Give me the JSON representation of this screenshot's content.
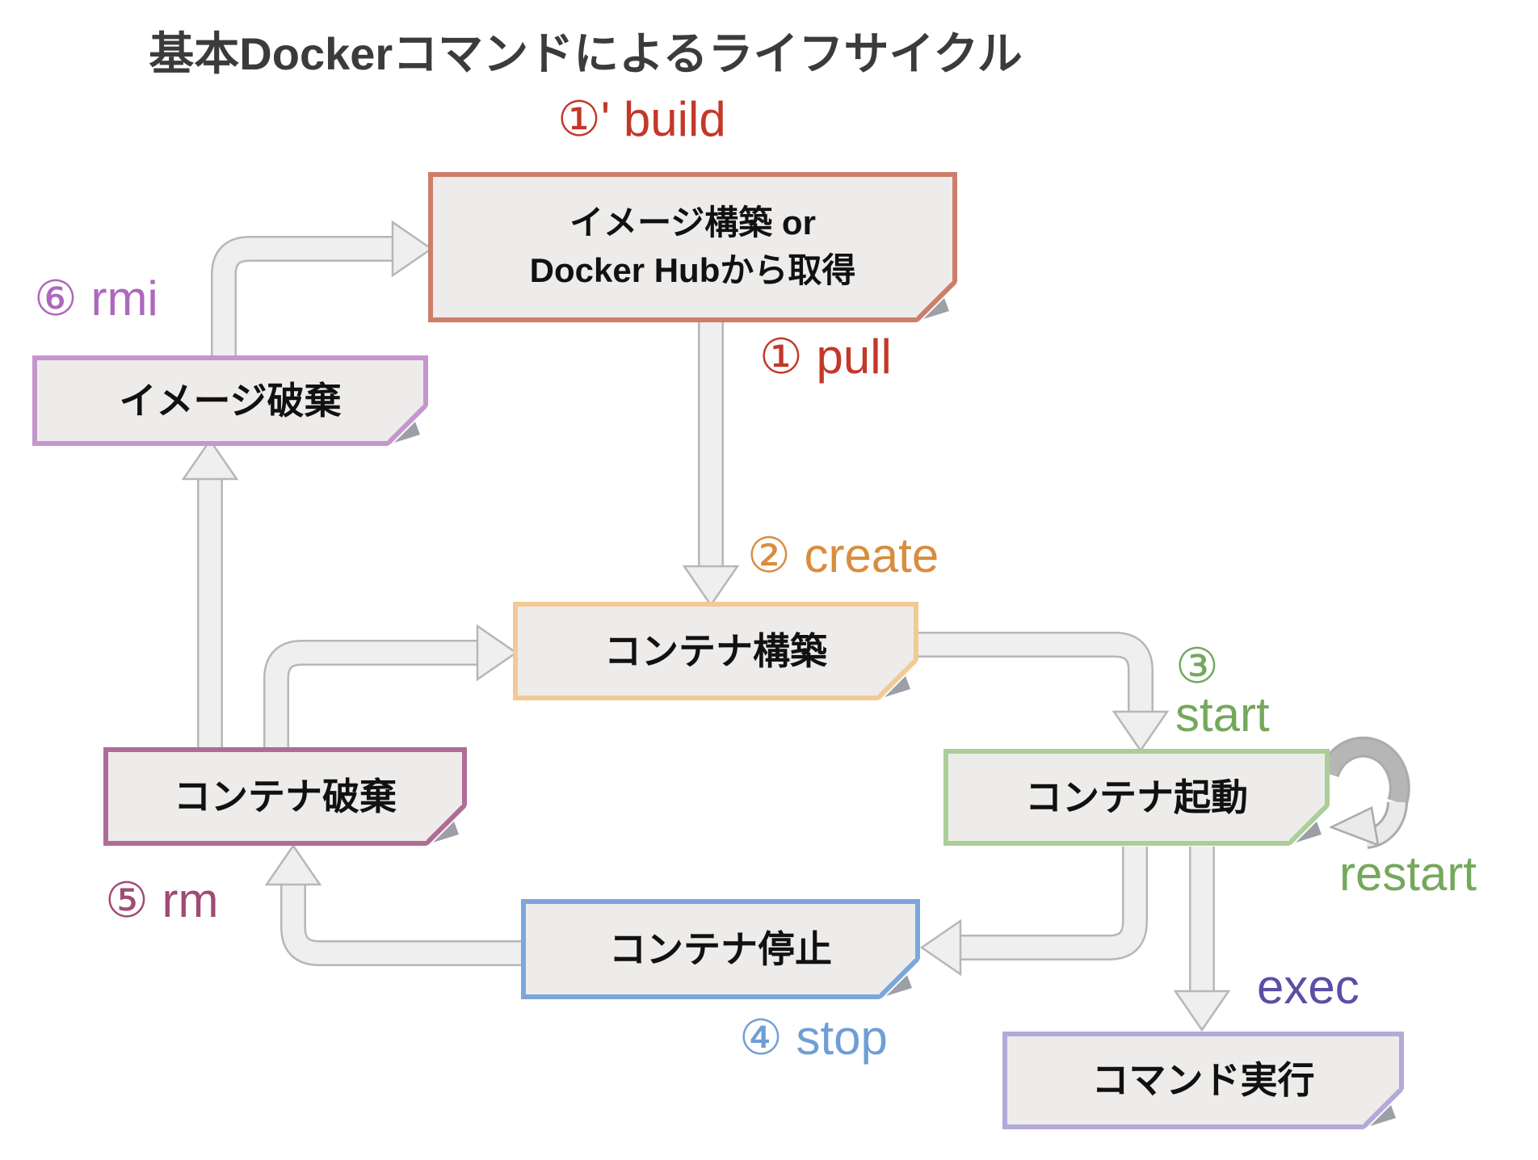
{
  "title": "基本Dockerコマンドによるライフサイクル",
  "nodes": {
    "image_build": {
      "line1": "イメージ構築 or",
      "line2": "Docker Hubから取得",
      "border": "#cb7e6a"
    },
    "image_destroy": {
      "label": "イメージ破棄",
      "border": "#c795ce"
    },
    "container_create": {
      "label": "コンテナ構築",
      "border": "#f3c995"
    },
    "container_start": {
      "label": "コンテナ起動",
      "border": "#abce98"
    },
    "container_stop": {
      "label": "コンテナ停止",
      "border": "#7da6dc"
    },
    "container_destroy": {
      "label": "コンテナ破棄",
      "border": "#ae6d97"
    },
    "command_exec": {
      "label": "コマンド実行",
      "border": "#b4a9d8"
    }
  },
  "labels": {
    "build": {
      "text": "①' build",
      "color": "#c23829"
    },
    "pull": {
      "text": "① pull",
      "color": "#c23829"
    },
    "create": {
      "text": "② create",
      "color": "#d98d3e"
    },
    "start": {
      "line1": "③",
      "line2": "start",
      "color": "#74a85c"
    },
    "restart": {
      "text": "restart",
      "color": "#74a85c"
    },
    "stop": {
      "text": "④ stop",
      "color": "#6f9ed6"
    },
    "rm": {
      "text": "⑤ rm",
      "color": "#a04b74"
    },
    "rmi": {
      "text": "⑥ rmi",
      "color": "#ad68bd"
    },
    "exec": {
      "text": "exec",
      "color": "#5a4fa5"
    }
  },
  "colors": {
    "background": "#ffffff",
    "box_fill": "#edecea",
    "box_text": "#111111",
    "title_text": "#3b3b3b",
    "arrow_fill": "#efefef",
    "arrow_outline": "#b7b7b7",
    "fold_flap": "#9aa0a5"
  }
}
